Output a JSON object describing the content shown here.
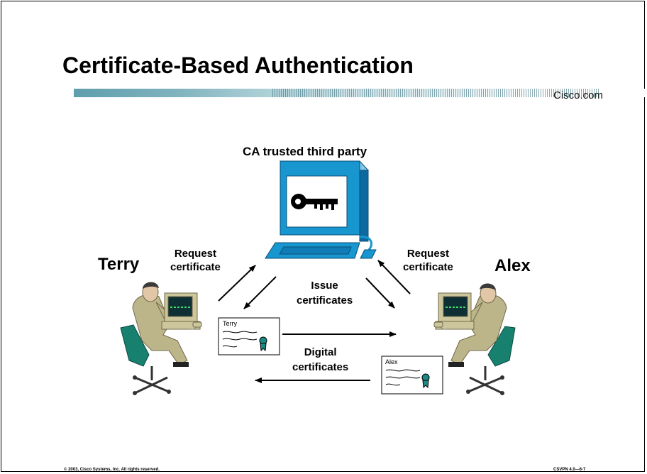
{
  "slide": {
    "title": "Certificate-Based Authentication",
    "brand": "Cisco.com",
    "footer_left": "© 2003, Cisco Systems, Inc. All rights reserved.",
    "footer_right": "CSVPN 4.0—6-7"
  },
  "diagram": {
    "ca_label": "CA trusted third party",
    "left_party": "Terry",
    "right_party": "Alex",
    "request_left": [
      "Request",
      "certificate"
    ],
    "request_right": [
      "Request",
      "certificate"
    ],
    "issue": [
      "Issue",
      "certificates"
    ],
    "digital": [
      "Digital",
      "certificates"
    ],
    "cert_left_name": "Terry",
    "cert_right_name": "Alex"
  },
  "colors": {
    "accent_teal": "#1a6e7e",
    "computer_blue": "#1796d0",
    "person_khaki": "#bdb58a",
    "chair_teal": "#18806e"
  }
}
